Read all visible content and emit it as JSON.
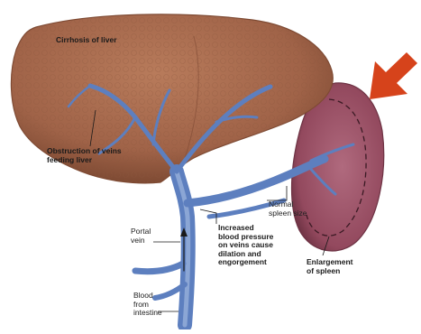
{
  "labels": {
    "cirrhosis": "Cirrhosis of liver",
    "obstruction": "Obstruction of veins\nfeeding liver",
    "normal_spleen": "Normal\nspleen size",
    "portal_vein": "Portal\nvein",
    "increased_pressure": "Increased\nblood pressure\non veins cause\ndilation and\nengorgement",
    "enlargement": "Enlargement\nof spleen",
    "blood_from": "Blood\nfrom\nintestine"
  },
  "colors": {
    "liver": "#a5694b",
    "liver_dark": "#7e4a33",
    "spleen": "#9a5467",
    "spleen_dark": "#6e3344",
    "vein": "#5d7fbf",
    "vein_light": "#9fb7de",
    "arrow": "#d6431b"
  }
}
